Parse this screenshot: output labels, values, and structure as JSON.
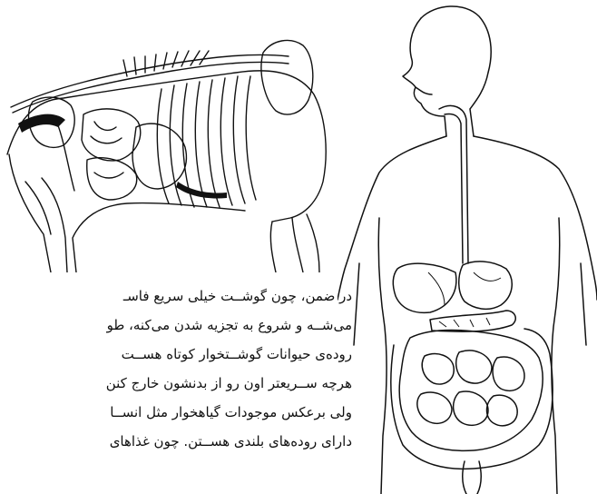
{
  "paragraph": {
    "lines": [
      "در ضمن، چون گوشــت خیلی سریع فاسـ",
      "می‌شــه و شروع به تجزیه شدن می‌کنه، طو",
      "روده‌ی حیوانات گوشــتخوار کوتاه هســت",
      "هرچه ســریعتر اون رو از بدنشون خارج کنن",
      "ولی برعکس موجودات گیاهخوار مثل انســا",
      "دارای روده‌های بلندی هســتن. چون غذاهای"
    ]
  },
  "figures": {
    "animal": {
      "icon": "animal-skeleton-digestive-illustration"
    },
    "human": {
      "icon": "human-digestive-system-illustration"
    }
  }
}
